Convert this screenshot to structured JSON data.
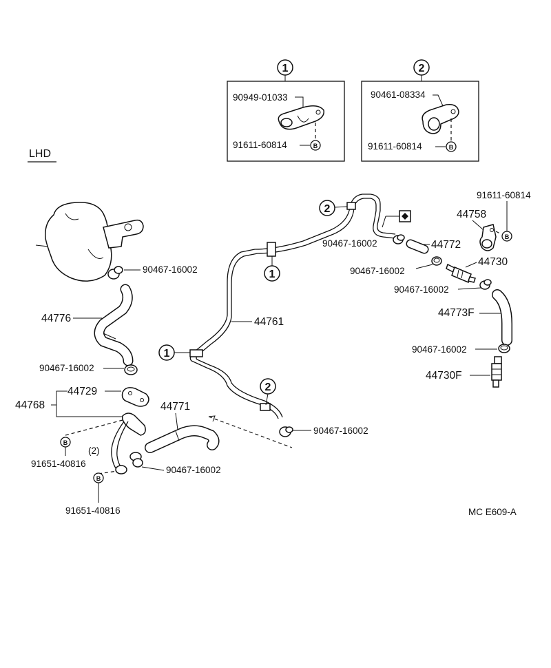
{
  "title": "LHD",
  "diagram_code": "MC E609-A",
  "detail_boxes": [
    {
      "marker": "1",
      "part_top": "90949-01033",
      "part_bottom": "91611-60814",
      "bolt": "B"
    },
    {
      "marker": "2",
      "part_top": "90461-08334",
      "part_bottom": "91611-60814",
      "bolt": "B"
    }
  ],
  "labels": {
    "clamp_booster": "90467-16002",
    "hose_44776": "44776",
    "clamp_lower_left": "90467-16002",
    "bracket_44729": "44729",
    "group_44768": "44768",
    "bolt_upper_code": "91651-40816",
    "qty_2": "(2)",
    "bolt_lower_code": "91651-40816",
    "hose_44771": "44771",
    "clamp_44771": "90467-16002",
    "pipe_44761": "44761",
    "clamp_center": "90467-16002",
    "clamp_top_right": "90467-16002",
    "hose_44772": "44772",
    "clamp_44772": "90467-16002",
    "valve_44730": "44730",
    "clamp_44730": "90467-16002",
    "hose_44773F": "44773F",
    "clamp_44773F": "90467-16002",
    "valve_44730F": "44730F",
    "bracket_44758": "44758",
    "bolt_top_right": "91611-60814"
  },
  "markers": {
    "one": "1",
    "two": "2",
    "bolt": "B"
  }
}
